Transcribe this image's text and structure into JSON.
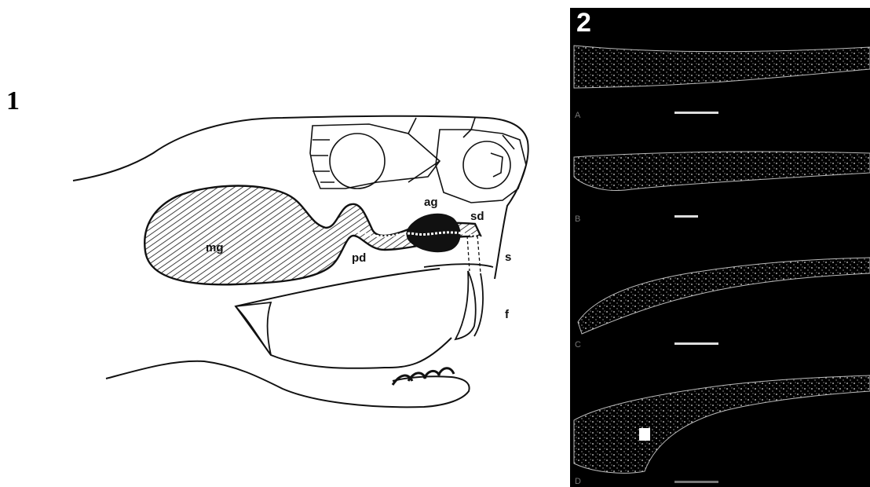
{
  "figure1": {
    "number": "1",
    "labels": {
      "mg": "mg",
      "pd": "pd",
      "ag": "ag",
      "sd": "sd",
      "s": "s",
      "f": "f"
    }
  },
  "figure2": {
    "number": "2",
    "panel_letters": [
      "A",
      "B",
      "C",
      "D"
    ]
  }
}
